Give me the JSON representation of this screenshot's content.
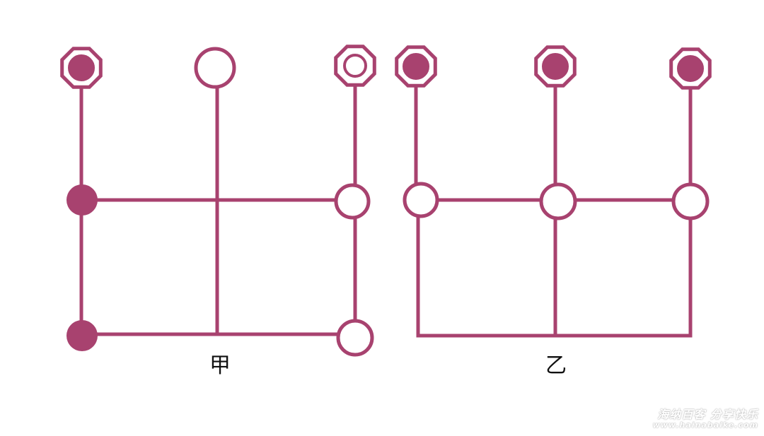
{
  "diagram": {
    "colors": {
      "stroke": "#a8426f",
      "fill": "#a8426f",
      "background": "#ffffff"
    },
    "symbols": {
      "filled_circle": "filled-circle-icon",
      "hollow_circle": "hollow-circle-icon",
      "octagon_filled_core": "octagon-filled-core-icon",
      "octagon_hollow_core": "octagon-hollow-core-icon"
    },
    "figure_a": {
      "label": "甲"
    },
    "figure_b": {
      "label": "乙"
    }
  },
  "watermark": {
    "line1": "海纳百客 分享快乐",
    "line2": "www.hainabaike.com"
  }
}
